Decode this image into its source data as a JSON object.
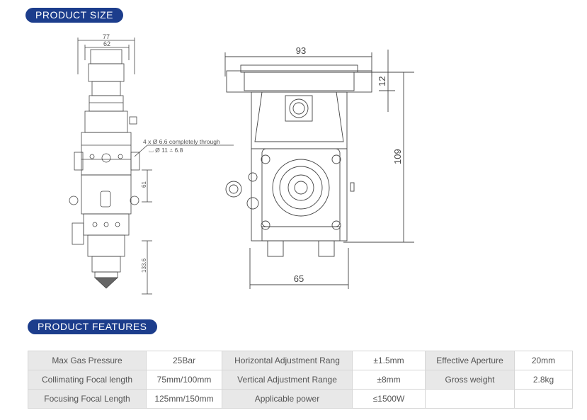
{
  "sections": {
    "size_title": "PRODUCT SIZE",
    "features_title": "PRODUCT FEATURES"
  },
  "drawing_left": {
    "dim_top": "77",
    "dim_inner": "62",
    "note_line1": "4 x  Ø 6.6 completely through",
    "note_line2": "⌴ Ø 11 ⩡ 6.8",
    "dim_61": "61",
    "dim_133": "133.6"
  },
  "drawing_right": {
    "dim_width": "93",
    "dim_12": "12",
    "dim_109": "109",
    "dim_65": "65"
  },
  "features": {
    "rows": [
      [
        "Max Gas Pressure",
        "25Bar",
        "Horizontal Adjustment Rang",
        "±1.5mm",
        "Effective Aperture",
        "20mm"
      ],
      [
        "Collimating Focal length",
        "75mm/100mm",
        "Vertical Adjustment Range",
        "±8mm",
        "Gross weight",
        "2.8kg"
      ],
      [
        "Focusing Focal Length",
        "125mm/150mm",
        "Applicable power",
        "≤1500W",
        "",
        ""
      ]
    ]
  }
}
